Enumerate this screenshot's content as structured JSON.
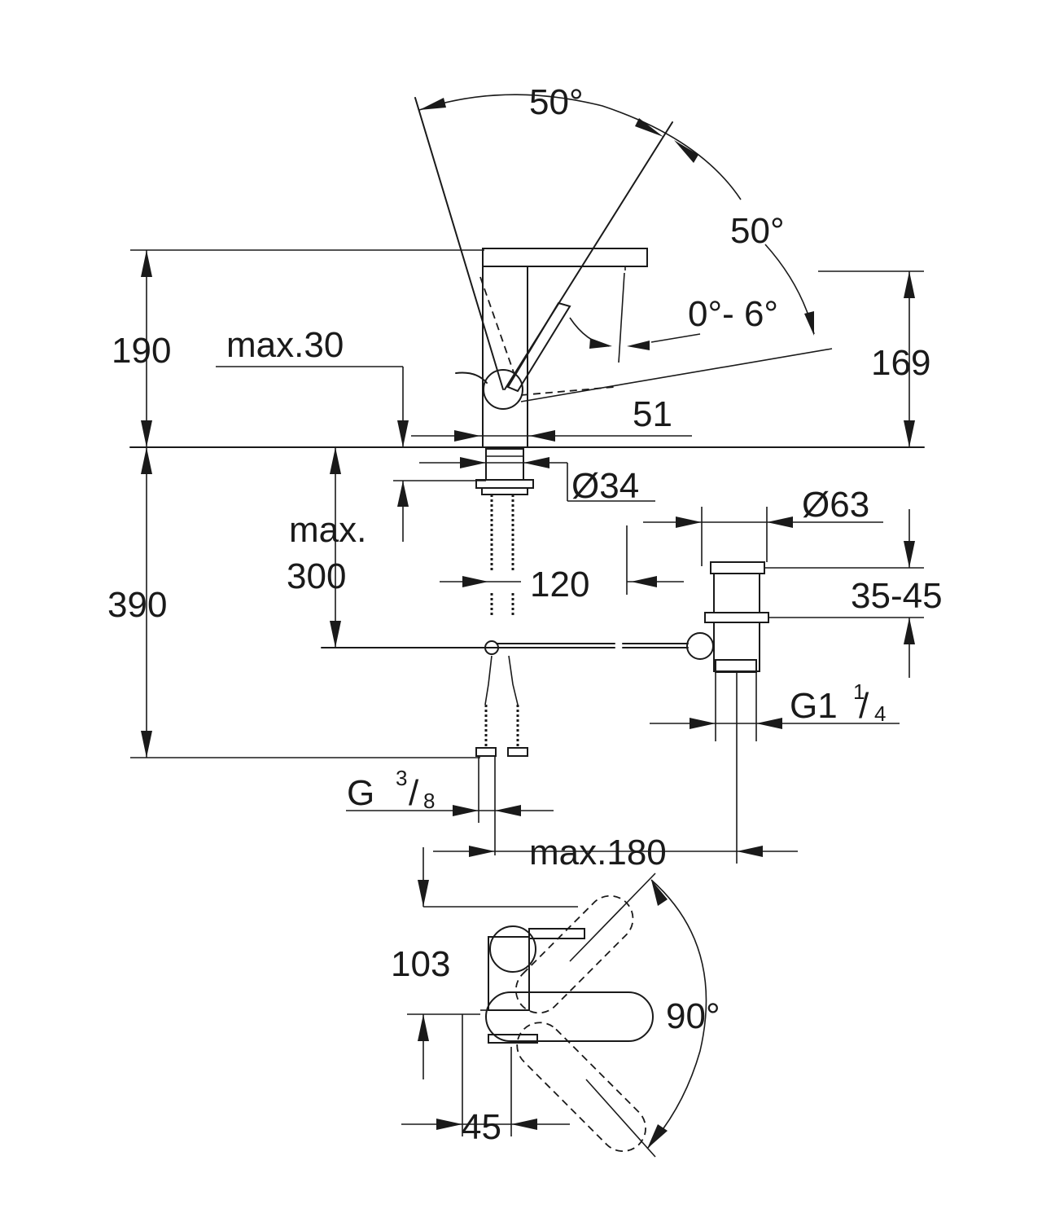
{
  "angles": {
    "lever_upper": "50°",
    "lever_side": "50°",
    "spout_tilt": "0°- 6°",
    "side_swivel": "90°"
  },
  "dimensions": {
    "total_height": "190",
    "spout_height": "169",
    "deck_thickness": "max.30",
    "spout_reach": "51",
    "body_diameter": "Ø34",
    "hose_length_line1": "max.",
    "hose_length_line2": "300",
    "pipe_length": "390",
    "connection_spacing": "120",
    "waste_diameter": "Ø63",
    "waste_range": "35-45",
    "waste_thread_main": "G1",
    "waste_thread_num": "1",
    "waste_thread_den": "4",
    "supply_thread_main": "G",
    "supply_thread_num": "3",
    "supply_thread_den": "8",
    "max_offset": "max.180",
    "lever_height": "103",
    "body_width": "45"
  }
}
